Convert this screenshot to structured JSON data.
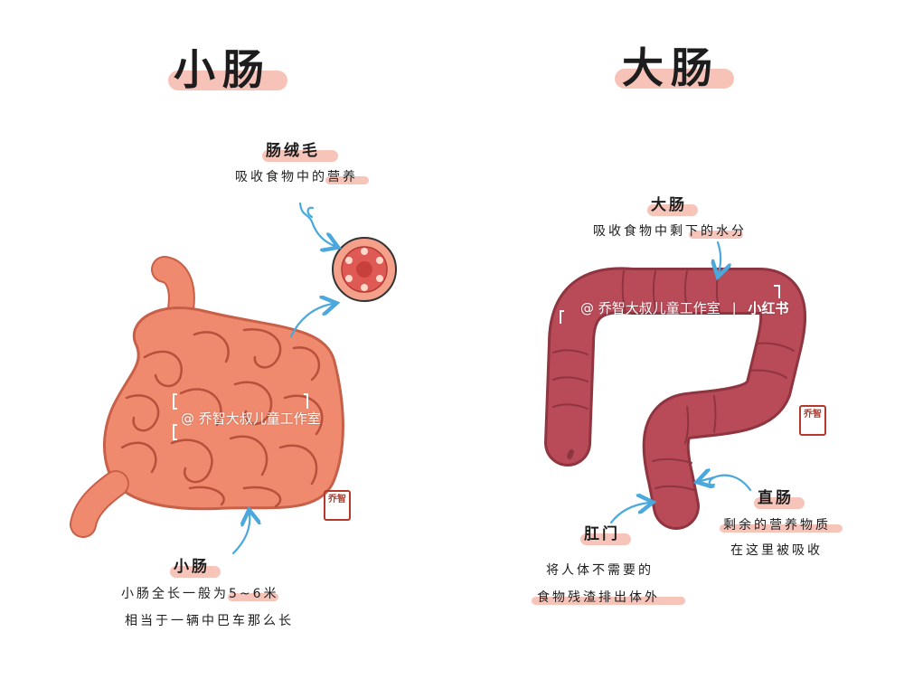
{
  "left": {
    "title": "小肠",
    "villi": {
      "label": "肠绒毛",
      "desc": "吸收食物中的营养"
    },
    "small_intestine": {
      "label": "小肠",
      "desc_line1": "小肠全长一般为5~6米",
      "desc_line2": "相当于一辆中巴车那么长"
    },
    "watermark": "@ 乔智大叔儿童工作室",
    "seal": "乔智"
  },
  "right": {
    "title": "大肠",
    "large_intestine": {
      "label": "大肠",
      "desc": "吸收食物中剩下的水分"
    },
    "anus": {
      "label": "肛门",
      "desc_line1": "将人体不需要的",
      "desc_line2": "食物残渣排出体外"
    },
    "rectum": {
      "label": "直肠",
      "desc_line1": "剩余的营养物质",
      "desc_line2": "在这里被吸收"
    },
    "watermark": "@ 乔智大叔儿童工作室",
    "watermark_divider": "|",
    "watermark_brand": "小红书",
    "seal": "乔智"
  },
  "colors": {
    "small_intestine": "#f08a6e",
    "large_intestine": "#b94a58",
    "arrow": "#4aa8dc",
    "highlight": "#f7c4ba"
  }
}
